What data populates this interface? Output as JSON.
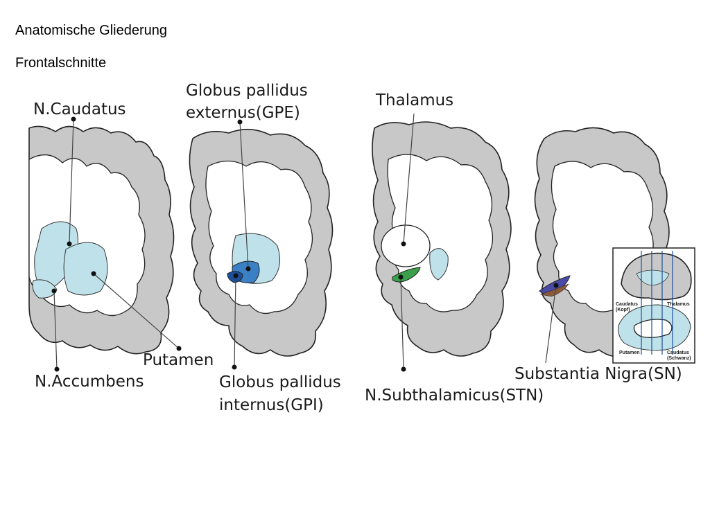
{
  "title": "Anatomische Gliederung",
  "subtitle": "Frontalschnitte",
  "labels": {
    "caudatus": "N.Caudatus",
    "gpe_1": "Globus pallidus",
    "gpe_2": "externus(GPE)",
    "thalamus": "Thalamus",
    "putamen": "Putamen",
    "accumbens": "N.Accumbens",
    "gpi_1": "Globus pallidus",
    "gpi_2": "internus(GPI)",
    "stn": "N.Subthalamicus(STN)",
    "sn": "Substantia Nigra(SN)"
  },
  "inset": {
    "caudatus_kopf": "Caudatus",
    "kopf": "(Kopf)",
    "thalamus": "Thalamus",
    "putamen": "Putamen",
    "caudatus_schwanz": "Caudatus",
    "schwanz": "(Schwanz)"
  },
  "colors": {
    "cortex": "#c8c8c9",
    "white_matter": "#ffffff",
    "nucleus_light": "#bfe2ea",
    "gpe": "#3b7fc4",
    "gpi": "#1d4f9a",
    "stn": "#3aa04a",
    "sn": "#4a4aa8"
  }
}
